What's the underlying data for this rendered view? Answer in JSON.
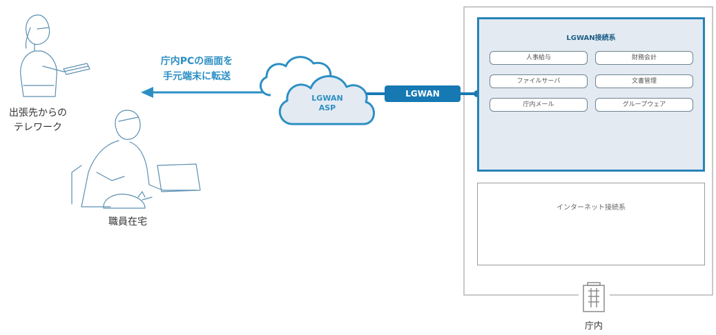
{
  "persons": {
    "traveler_label_line1": "出張先からの",
    "traveler_label_line2": "テレワーク",
    "home_label": "職員在宅"
  },
  "transfer": {
    "line1": "庁内PCの画面を",
    "line2": "手元端末に転送"
  },
  "cloud": {
    "line1": "LGWAN",
    "line2": "ASP"
  },
  "connection_label": "LGWAN",
  "lgwan_system": {
    "title": "LGWAN接続系",
    "items": [
      "人事給与",
      "財務会計",
      "ファイルサーバ",
      "文書管理",
      "庁内メール",
      "グループウェア"
    ]
  },
  "internet_system": {
    "title": "インターネット接続系"
  },
  "office": {
    "label": "庁内"
  },
  "colors": {
    "accent_blue": "#2c8fc4",
    "dark_blue": "#1679b3",
    "lgwan_fill": "#e3eaf2",
    "outline_gray": "#9a9a9a"
  },
  "icons": [
    "woman-with-tablet-icon",
    "man-with-laptop-and-cat-icon",
    "cloud-icon",
    "laptop-icon",
    "office-building-icon"
  ]
}
